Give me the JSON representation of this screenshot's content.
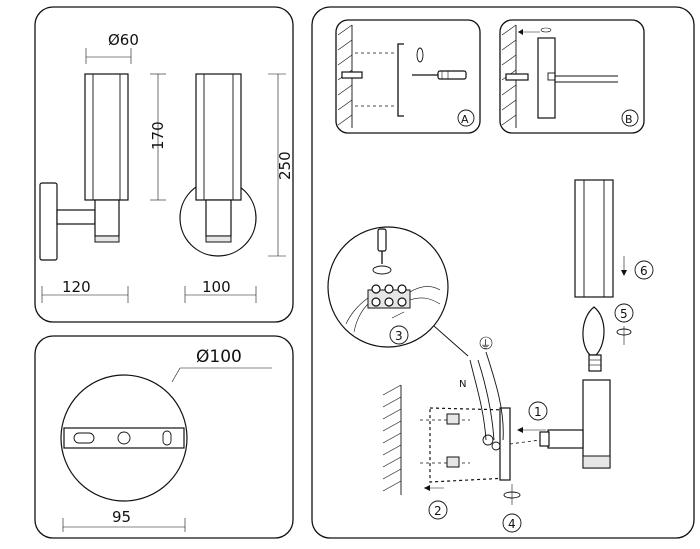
{
  "dimensions": {
    "shade_diameter": "Ø60",
    "height_shade": "170",
    "height_total": "250",
    "depth": "120",
    "width": "100",
    "base_diameter": "Ø100",
    "hole_spacing": "95"
  },
  "detail_labels": {
    "a": "A",
    "b": "B"
  },
  "steps": {
    "s1": "1",
    "s2": "2",
    "s3": "3",
    "s4": "4",
    "s5": "5",
    "s6": "6"
  },
  "wiring": {
    "neutral": "N",
    "earth_symbol": "⏚"
  }
}
